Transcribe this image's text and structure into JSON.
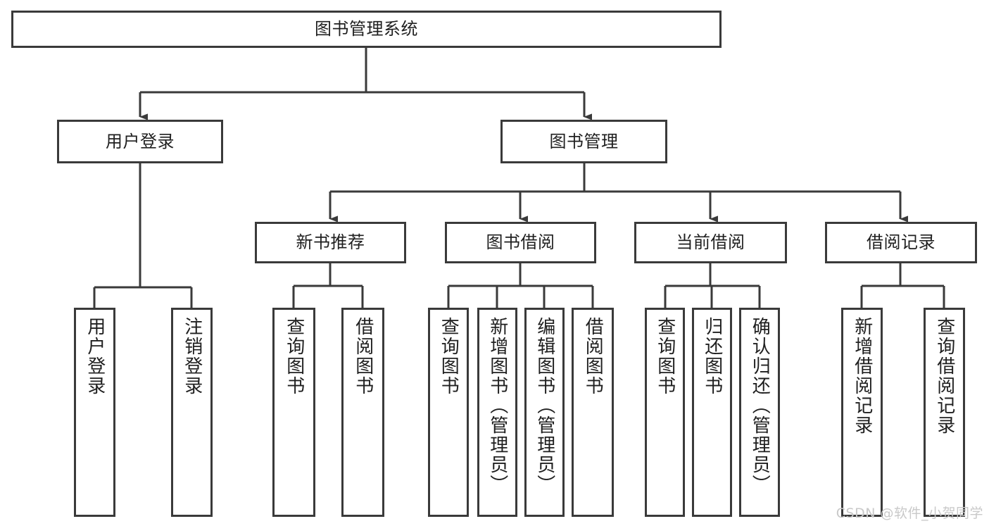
{
  "diagram": {
    "title": "图书管理系统",
    "type": "tree-hierarchy-diagram",
    "colors": {
      "box_border": "#3a3a3a",
      "box_fill": "#ffffff",
      "connector": "#3a3a3a",
      "text": "#1f1f1f",
      "watermark": "#c9c9c9",
      "background": "#ffffff"
    },
    "root": {
      "label": "图书管理系统"
    },
    "level2": [
      {
        "id": "user-login",
        "label": "用户登录"
      },
      {
        "id": "book-manage",
        "label": "图书管理"
      }
    ],
    "level3": [
      {
        "id": "new-book-recommend",
        "label": "新书推荐"
      },
      {
        "id": "book-borrow",
        "label": "图书借阅"
      },
      {
        "id": "current-borrow",
        "label": "当前借阅"
      },
      {
        "id": "borrow-record",
        "label": "借阅记录"
      }
    ],
    "leaves": {
      "user_login": [
        {
          "id": "leaf-user-login",
          "label": "用户登录"
        },
        {
          "id": "leaf-logout-login",
          "label": "注销登录"
        }
      ],
      "new_book_recommend": [
        {
          "id": "leaf-query-book-1",
          "label": "查询图书"
        },
        {
          "id": "leaf-borrow-book-1",
          "label": "借阅图书"
        }
      ],
      "book_borrow": [
        {
          "id": "leaf-query-book-2",
          "label": "查询图书"
        },
        {
          "id": "leaf-add-book",
          "label": "新增图书（管理员）"
        },
        {
          "id": "leaf-edit-book",
          "label": "编辑图书（管理员）"
        },
        {
          "id": "leaf-borrow-book-2",
          "label": "借阅图书"
        }
      ],
      "current_borrow": [
        {
          "id": "leaf-query-book-3",
          "label": "查询图书"
        },
        {
          "id": "leaf-return-book",
          "label": "归还图书"
        },
        {
          "id": "leaf-confirm-return",
          "label": "确认归还（管理员）"
        }
      ],
      "borrow_record": [
        {
          "id": "leaf-add-record",
          "label": "新增借阅记录"
        },
        {
          "id": "leaf-query-record",
          "label": "查询借阅记录"
        }
      ]
    },
    "watermark": "CSDN @软件_小贺同学"
  }
}
